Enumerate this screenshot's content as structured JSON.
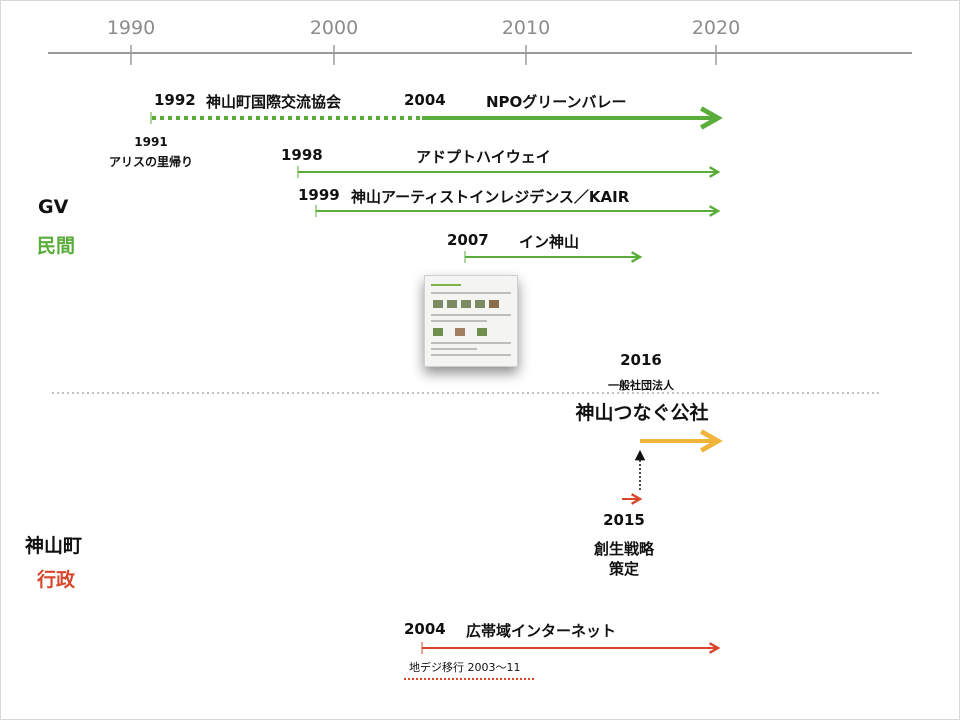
{
  "axis": {
    "ticks": [
      "1990",
      "2000",
      "2010",
      "2020"
    ]
  },
  "groups": {
    "gv": {
      "line1": "GV",
      "line2": "民間"
    },
    "town": {
      "line1": "神山町",
      "line2": "行政"
    }
  },
  "rows": {
    "kokusai": {
      "year": "1992",
      "label": "神山町国際交流協会",
      "year2": "2004",
      "label2": "NPOグリーンバレー"
    },
    "alice": {
      "year": "1991",
      "label": "アリスの里帰り"
    },
    "adopt": {
      "year": "1998",
      "label": "アドプトハイウェイ"
    },
    "kair": {
      "year": "1999",
      "label": "神山アーティストインレジデンス／KAIR"
    },
    "inkamiyama": {
      "year": "2007",
      "label": "イン神山"
    },
    "tsunagu": {
      "year": "2016",
      "sub": "一般社団法人",
      "label": "神山つなぐ公社"
    },
    "strategy": {
      "year": "2015",
      "label_line1": "創生戦略",
      "label_line2": "策定"
    },
    "broadband": {
      "year": "2004",
      "label": "広帯域インターネット",
      "note": "地デジ移行 2003〜11"
    }
  },
  "colors": {
    "green": "#5aad3a",
    "orange": "#f0b43a",
    "red": "#d9472b",
    "axis": "#9a9a9a",
    "gv_label": "#5aad3a",
    "town_label": "#d9472b"
  },
  "icons": {
    "thumbnail": "website-screenshot-thumbnail"
  }
}
